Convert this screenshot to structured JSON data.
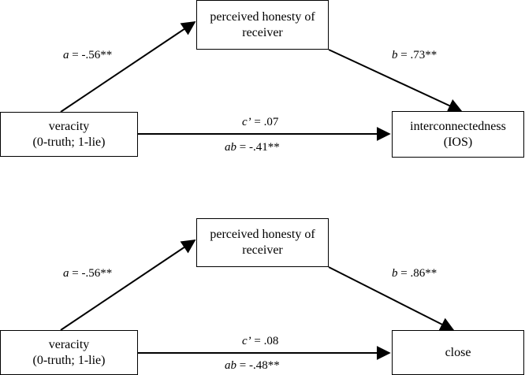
{
  "diagrams": [
    {
      "mediator": [
        "perceived honesty of",
        "receiver"
      ],
      "predictor": [
        "veracity",
        "(0-truth; 1-lie)"
      ],
      "outcome": [
        "interconnectedness",
        "(IOS)"
      ],
      "path_a": {
        "sym": "a",
        "value": " = -.56**"
      },
      "path_b": {
        "sym": "b",
        "value": " = .73**"
      },
      "path_c": {
        "sym": "c’",
        "value": " = .07"
      },
      "path_ab": {
        "sym": "ab",
        "value": " = -.41**"
      }
    },
    {
      "mediator": [
        "perceived honesty of",
        "receiver"
      ],
      "predictor": [
        "veracity",
        "(0-truth; 1-lie)"
      ],
      "outcome": [
        "close"
      ],
      "path_a": {
        "sym": "a",
        "value": " = -.56**"
      },
      "path_b": {
        "sym": "b",
        "value": " = .86**"
      },
      "path_c": {
        "sym": "c’",
        "value": " = .08"
      },
      "path_ab": {
        "sym": "ab",
        "value": " = -.48**"
      }
    }
  ]
}
